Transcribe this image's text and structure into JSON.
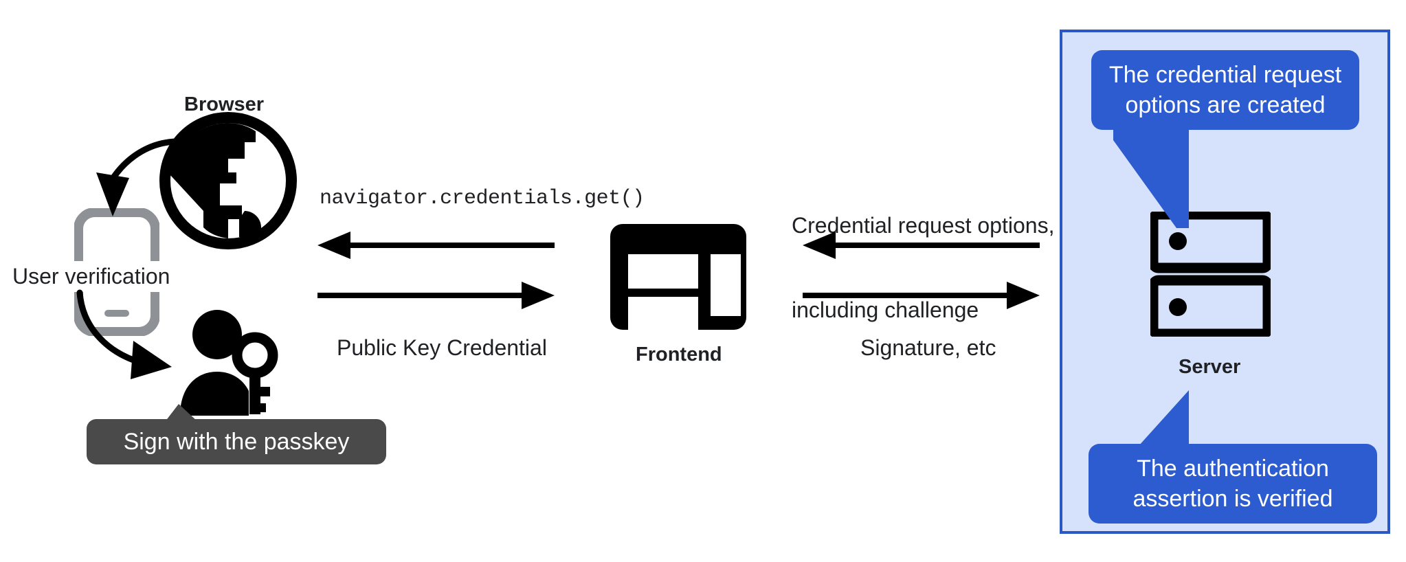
{
  "diagram": {
    "title": "WebAuthn passkey authentication flow",
    "colors": {
      "panel_fill": "#d6e2fb",
      "panel_border": "#2a56c6",
      "callout_fill": "#2c5ccf",
      "tooltip_fill": "#4a4a4a",
      "ink": "#202124",
      "phone_gray": "#8e9297"
    }
  },
  "browser": {
    "label": "Browser",
    "icon": "globe-icon"
  },
  "phone": {
    "icon": "smartphone-icon",
    "verification_label": "User verification"
  },
  "user": {
    "icon": "person-with-key-icon",
    "tooltip": "Sign with the passkey"
  },
  "frontend": {
    "label": "Frontend",
    "icon": "web-layout-icon"
  },
  "server": {
    "label": "Server",
    "icon": "server-racks-icon",
    "callout_top": "The credential request\noptions are created",
    "callout_top_line1": "The credential request",
    "callout_top_line2": "options are created",
    "callout_bottom_line1": "The authentication",
    "callout_bottom_line2": "assertion is verified"
  },
  "flows": {
    "browser_to_frontend_request": "navigator.credentials.get()",
    "browser_to_frontend_response": "Public Key Credential",
    "frontend_to_server_request_line1": "Credential request options,",
    "frontend_to_server_request_line2": "including challenge",
    "frontend_to_server_response": "Signature, etc"
  }
}
